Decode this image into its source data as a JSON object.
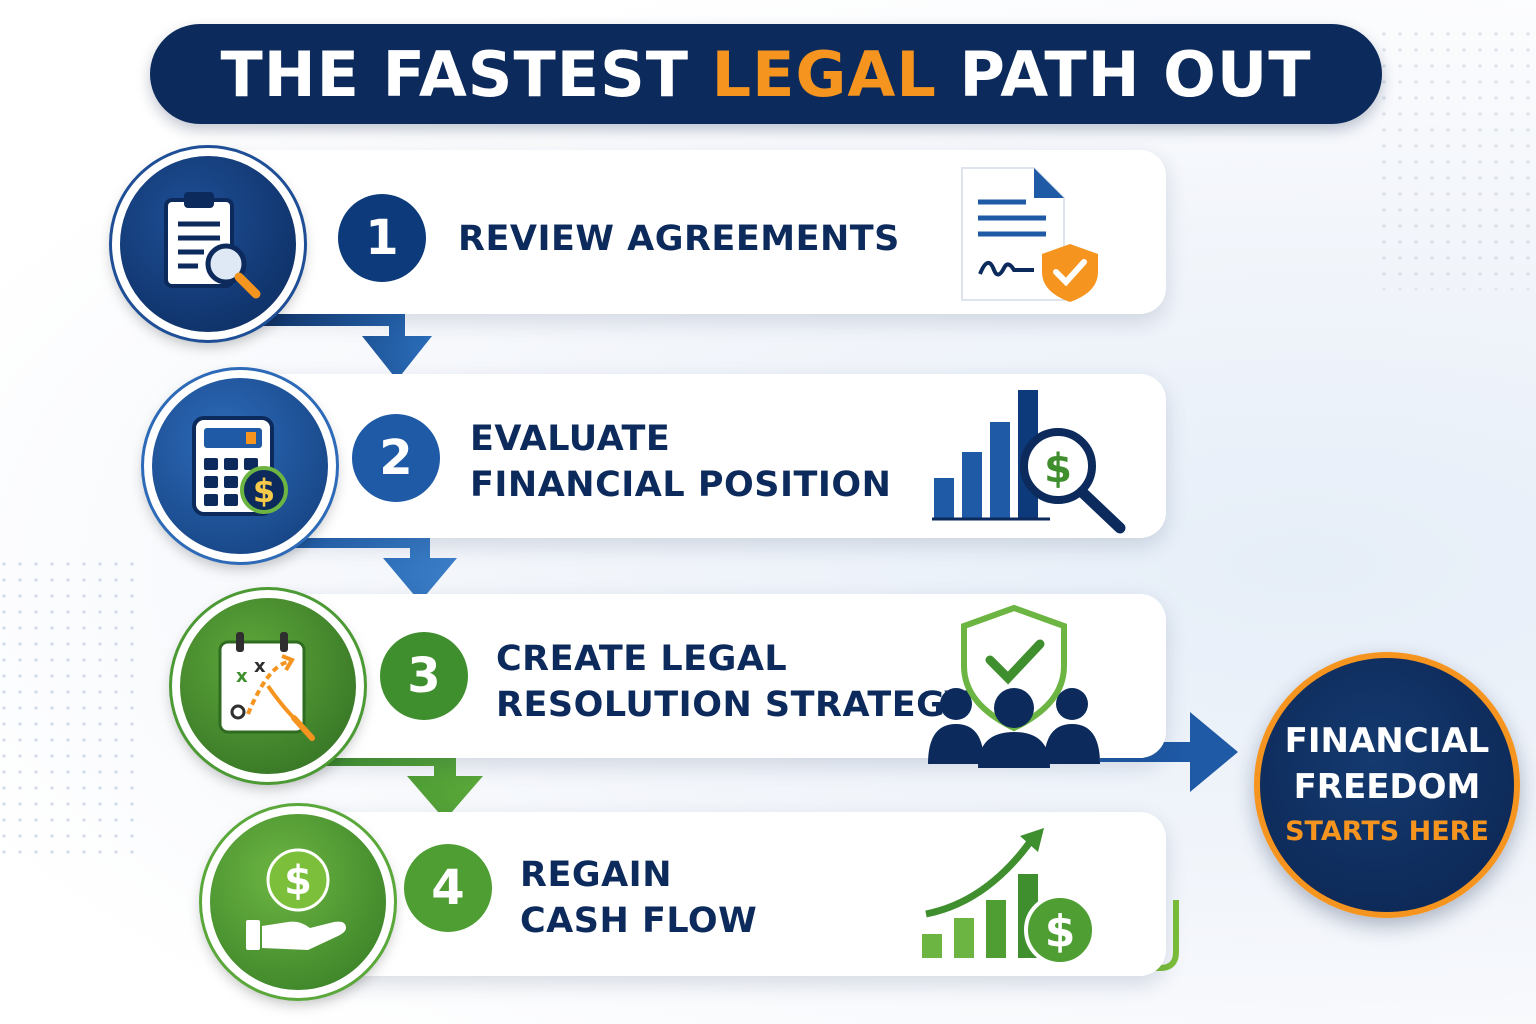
{
  "title": {
    "prefix": "THE FASTEST ",
    "accent": "LEGAL",
    "suffix": " PATH OUT"
  },
  "steps": [
    {
      "number": "1",
      "lines": [
        "REVIEW AGREEMENTS"
      ],
      "icon": "clipboard-magnifier-icon",
      "side_icon": "signed-document-shield-icon"
    },
    {
      "number": "2",
      "lines": [
        "EVALUATE",
        "FINANCIAL POSITION"
      ],
      "icon": "calculator-dollar-icon",
      "side_icon": "bar-chart-magnifier-icon"
    },
    {
      "number": "3",
      "lines": [
        "CREATE LEGAL",
        "RESOLUTION STRATEGY"
      ],
      "icon": "strategy-calendar-icon",
      "side_icon": "shield-team-icon"
    },
    {
      "number": "4",
      "lines": [
        "REGAIN",
        "CASH FLOW"
      ],
      "icon": "hand-dollar-icon",
      "side_icon": "growth-chart-dollar-icon"
    }
  ],
  "outcome": {
    "line1": "FINANCIAL",
    "line2": "FREEDOM",
    "line3": "STARTS HERE"
  },
  "colors": {
    "navy": "#0c2a5b",
    "blue": "#1f5aa6",
    "green": "#3f8f2e",
    "lime": "#6cb542",
    "orange": "#f5941e"
  }
}
